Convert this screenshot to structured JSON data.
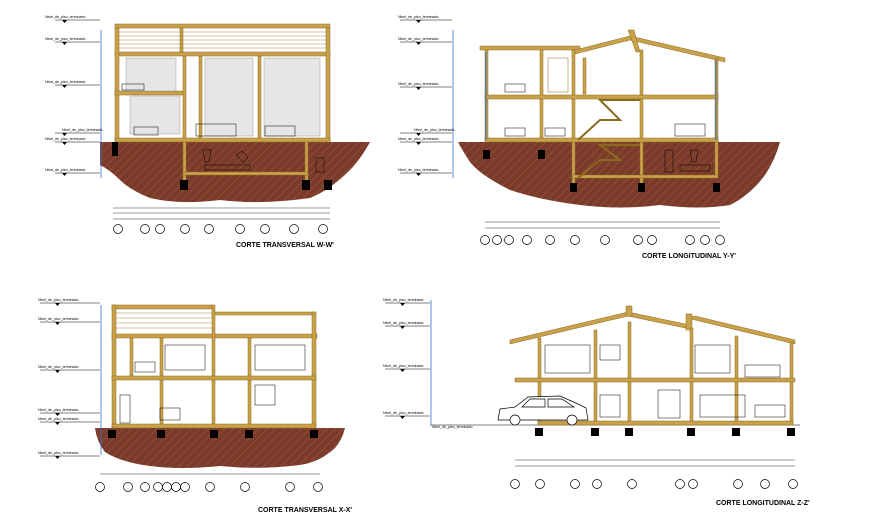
{
  "sheet": {
    "background": "#ffffff",
    "colors": {
      "wall": "#c9a14a",
      "wall_dark": "#8a6a1e",
      "soil": "#7a3b2a",
      "soil_hatch": "#a55a40",
      "steel_blue": "#3a6fd8",
      "ink": "#000000"
    }
  },
  "level_label": "Nivel_de_piso_terminado",
  "sections": [
    {
      "id": "a",
      "title": "CORTE TRANSVERSAL W-W'"
    },
    {
      "id": "b",
      "title": "CORTE LONGITUDINAL Y-Y'"
    },
    {
      "id": "c",
      "title": "CORTE TRANSVERSAL X-X'"
    },
    {
      "id": "d",
      "title": "CORTE LONGITUDINAL Z-Z'"
    }
  ],
  "axis_bubble_icon": "circle-bubble-icon",
  "level_marker_icon": "triangle-level-icon",
  "car_icon": "car-icon"
}
